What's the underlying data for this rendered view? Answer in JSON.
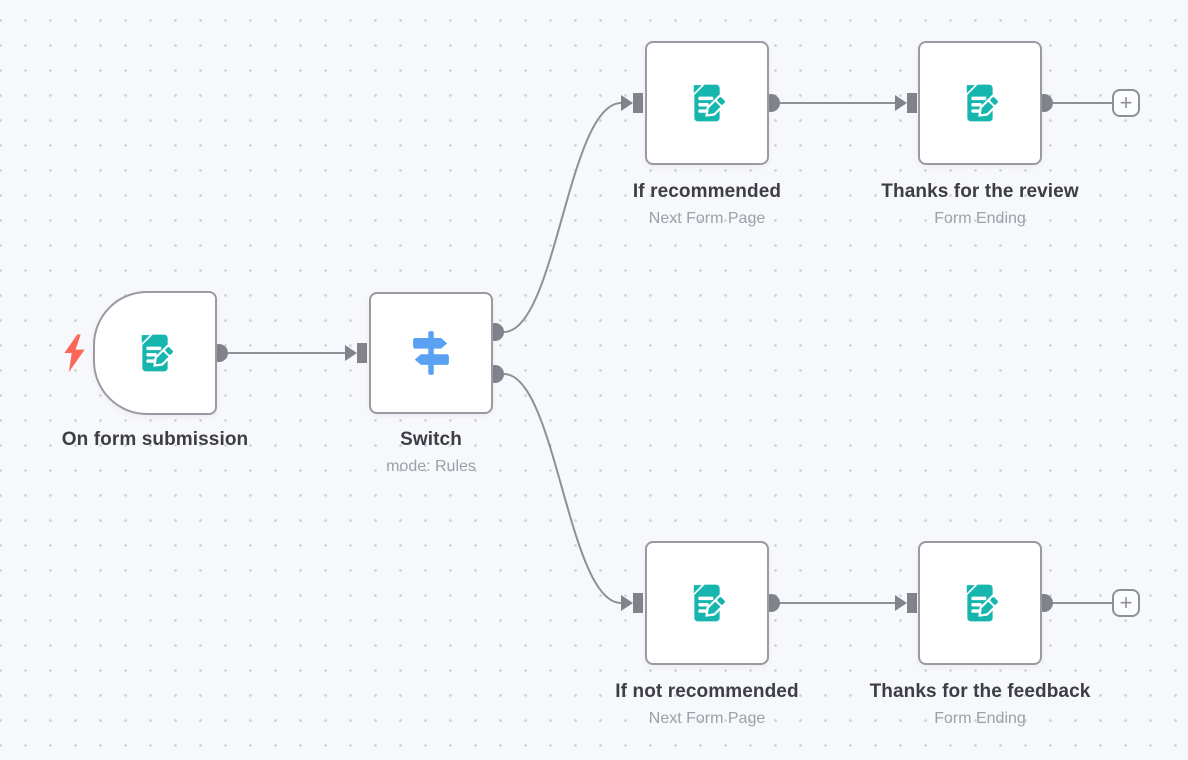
{
  "ui": {
    "add_label": "+"
  },
  "colors": {
    "canvas-bg": "#f7f8fb",
    "dot": "#ccd0d9",
    "node-bg": "#ffffff",
    "node-border": "#9a9aa2",
    "wire": "#8f9097",
    "port": "#81828b",
    "teal": "#16b6af",
    "blue": "#5aa0f3",
    "bolt": "#fc6757",
    "title": "#3d3d45",
    "subtitle": "#9da0a8"
  },
  "nodes": [
    {
      "id": "on-form-submission",
      "type": "trigger",
      "icon": "form-trigger-icon",
      "title": "On form submission",
      "subtitle": ""
    },
    {
      "id": "switch",
      "type": "switch",
      "icon": "switch-icon",
      "title": "Switch",
      "subtitle": "mode: Rules"
    },
    {
      "id": "if-recommended",
      "type": "form-page",
      "icon": "form-icon",
      "title": "If recommended",
      "subtitle": "Next Form Page"
    },
    {
      "id": "thanks-for-the-review",
      "type": "form-ending",
      "icon": "form-icon",
      "title": "Thanks for the review",
      "subtitle": "Form Ending"
    },
    {
      "id": "if-not-recommended",
      "type": "form-page",
      "icon": "form-icon",
      "title": "If not recommended",
      "subtitle": "Next Form Page"
    },
    {
      "id": "thanks-for-the-feedback",
      "type": "form-ending",
      "icon": "form-icon",
      "title": "Thanks for the feedback",
      "subtitle": "Form Ending"
    }
  ]
}
